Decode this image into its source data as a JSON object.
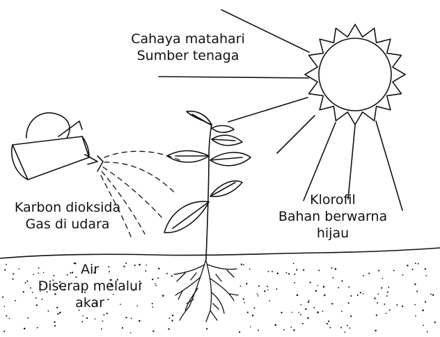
{
  "labels": {
    "sunlight": {
      "line1": "Cahaya matahari",
      "line2": "Sumber tenaga"
    },
    "carbon_dioxide": {
      "line1": "Karbon dioksida",
      "line2": "Gas di udara"
    },
    "chlorophyll": {
      "line1": "Klorofil",
      "line2": "Bahan berwarna",
      "line3": "hijau"
    },
    "water": {
      "line1": "Air",
      "line2": "Diserap melalui",
      "line3": "akar"
    }
  },
  "colors": {
    "ink": "#111111",
    "background": "#ffffff"
  }
}
